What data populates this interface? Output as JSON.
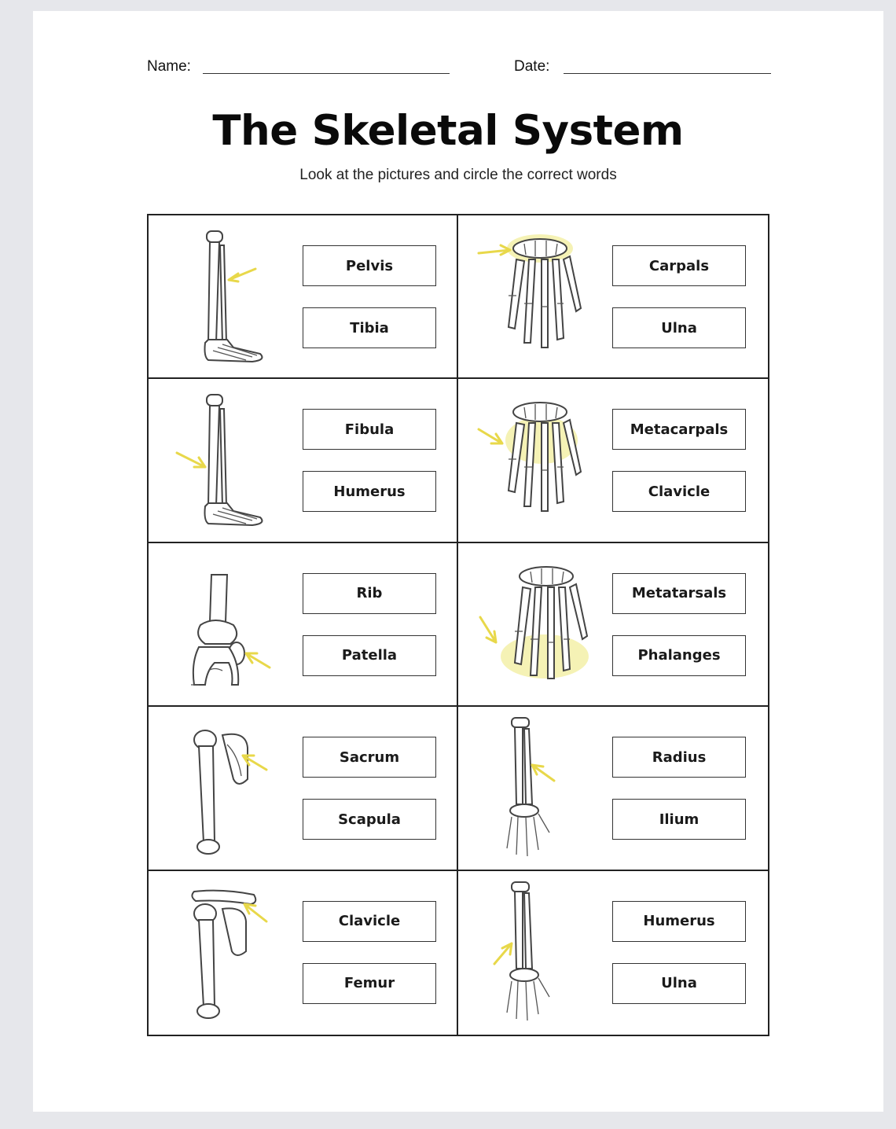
{
  "header": {
    "name_label": "Name:",
    "date_label": "Date:"
  },
  "title": "The Skeletal System",
  "instructions": "Look at the pictures and circle the correct words",
  "colors": {
    "highlight": "#f1ed9c",
    "arrow": "#e8d84a"
  },
  "cells": [
    {
      "picture": "leg-bones-icon",
      "options": [
        "Pelvis",
        "Tibia"
      ]
    },
    {
      "picture": "hand-bones-icon",
      "options": [
        "Carpals",
        "Ulna"
      ]
    },
    {
      "picture": "leg-bones-icon",
      "options": [
        "Fibula",
        "Humerus"
      ]
    },
    {
      "picture": "hand-bones-icon",
      "options": [
        "Metacarpals",
        "Clavicle"
      ]
    },
    {
      "picture": "knee-joint-icon",
      "options": [
        "Rib",
        "Patella"
      ]
    },
    {
      "picture": "hand-bones-icon",
      "options": [
        "Metatarsals",
        "Phalanges"
      ]
    },
    {
      "picture": "shoulder-arm-icon",
      "options": [
        "Sacrum",
        "Scapula"
      ]
    },
    {
      "picture": "forearm-hand-icon",
      "options": [
        "Radius",
        "Ilium"
      ]
    },
    {
      "picture": "shoulder-arm-icon",
      "options": [
        "Clavicle",
        "Femur"
      ]
    },
    {
      "picture": "forearm-hand-icon",
      "options": [
        "Humerus",
        "Ulna"
      ]
    }
  ]
}
